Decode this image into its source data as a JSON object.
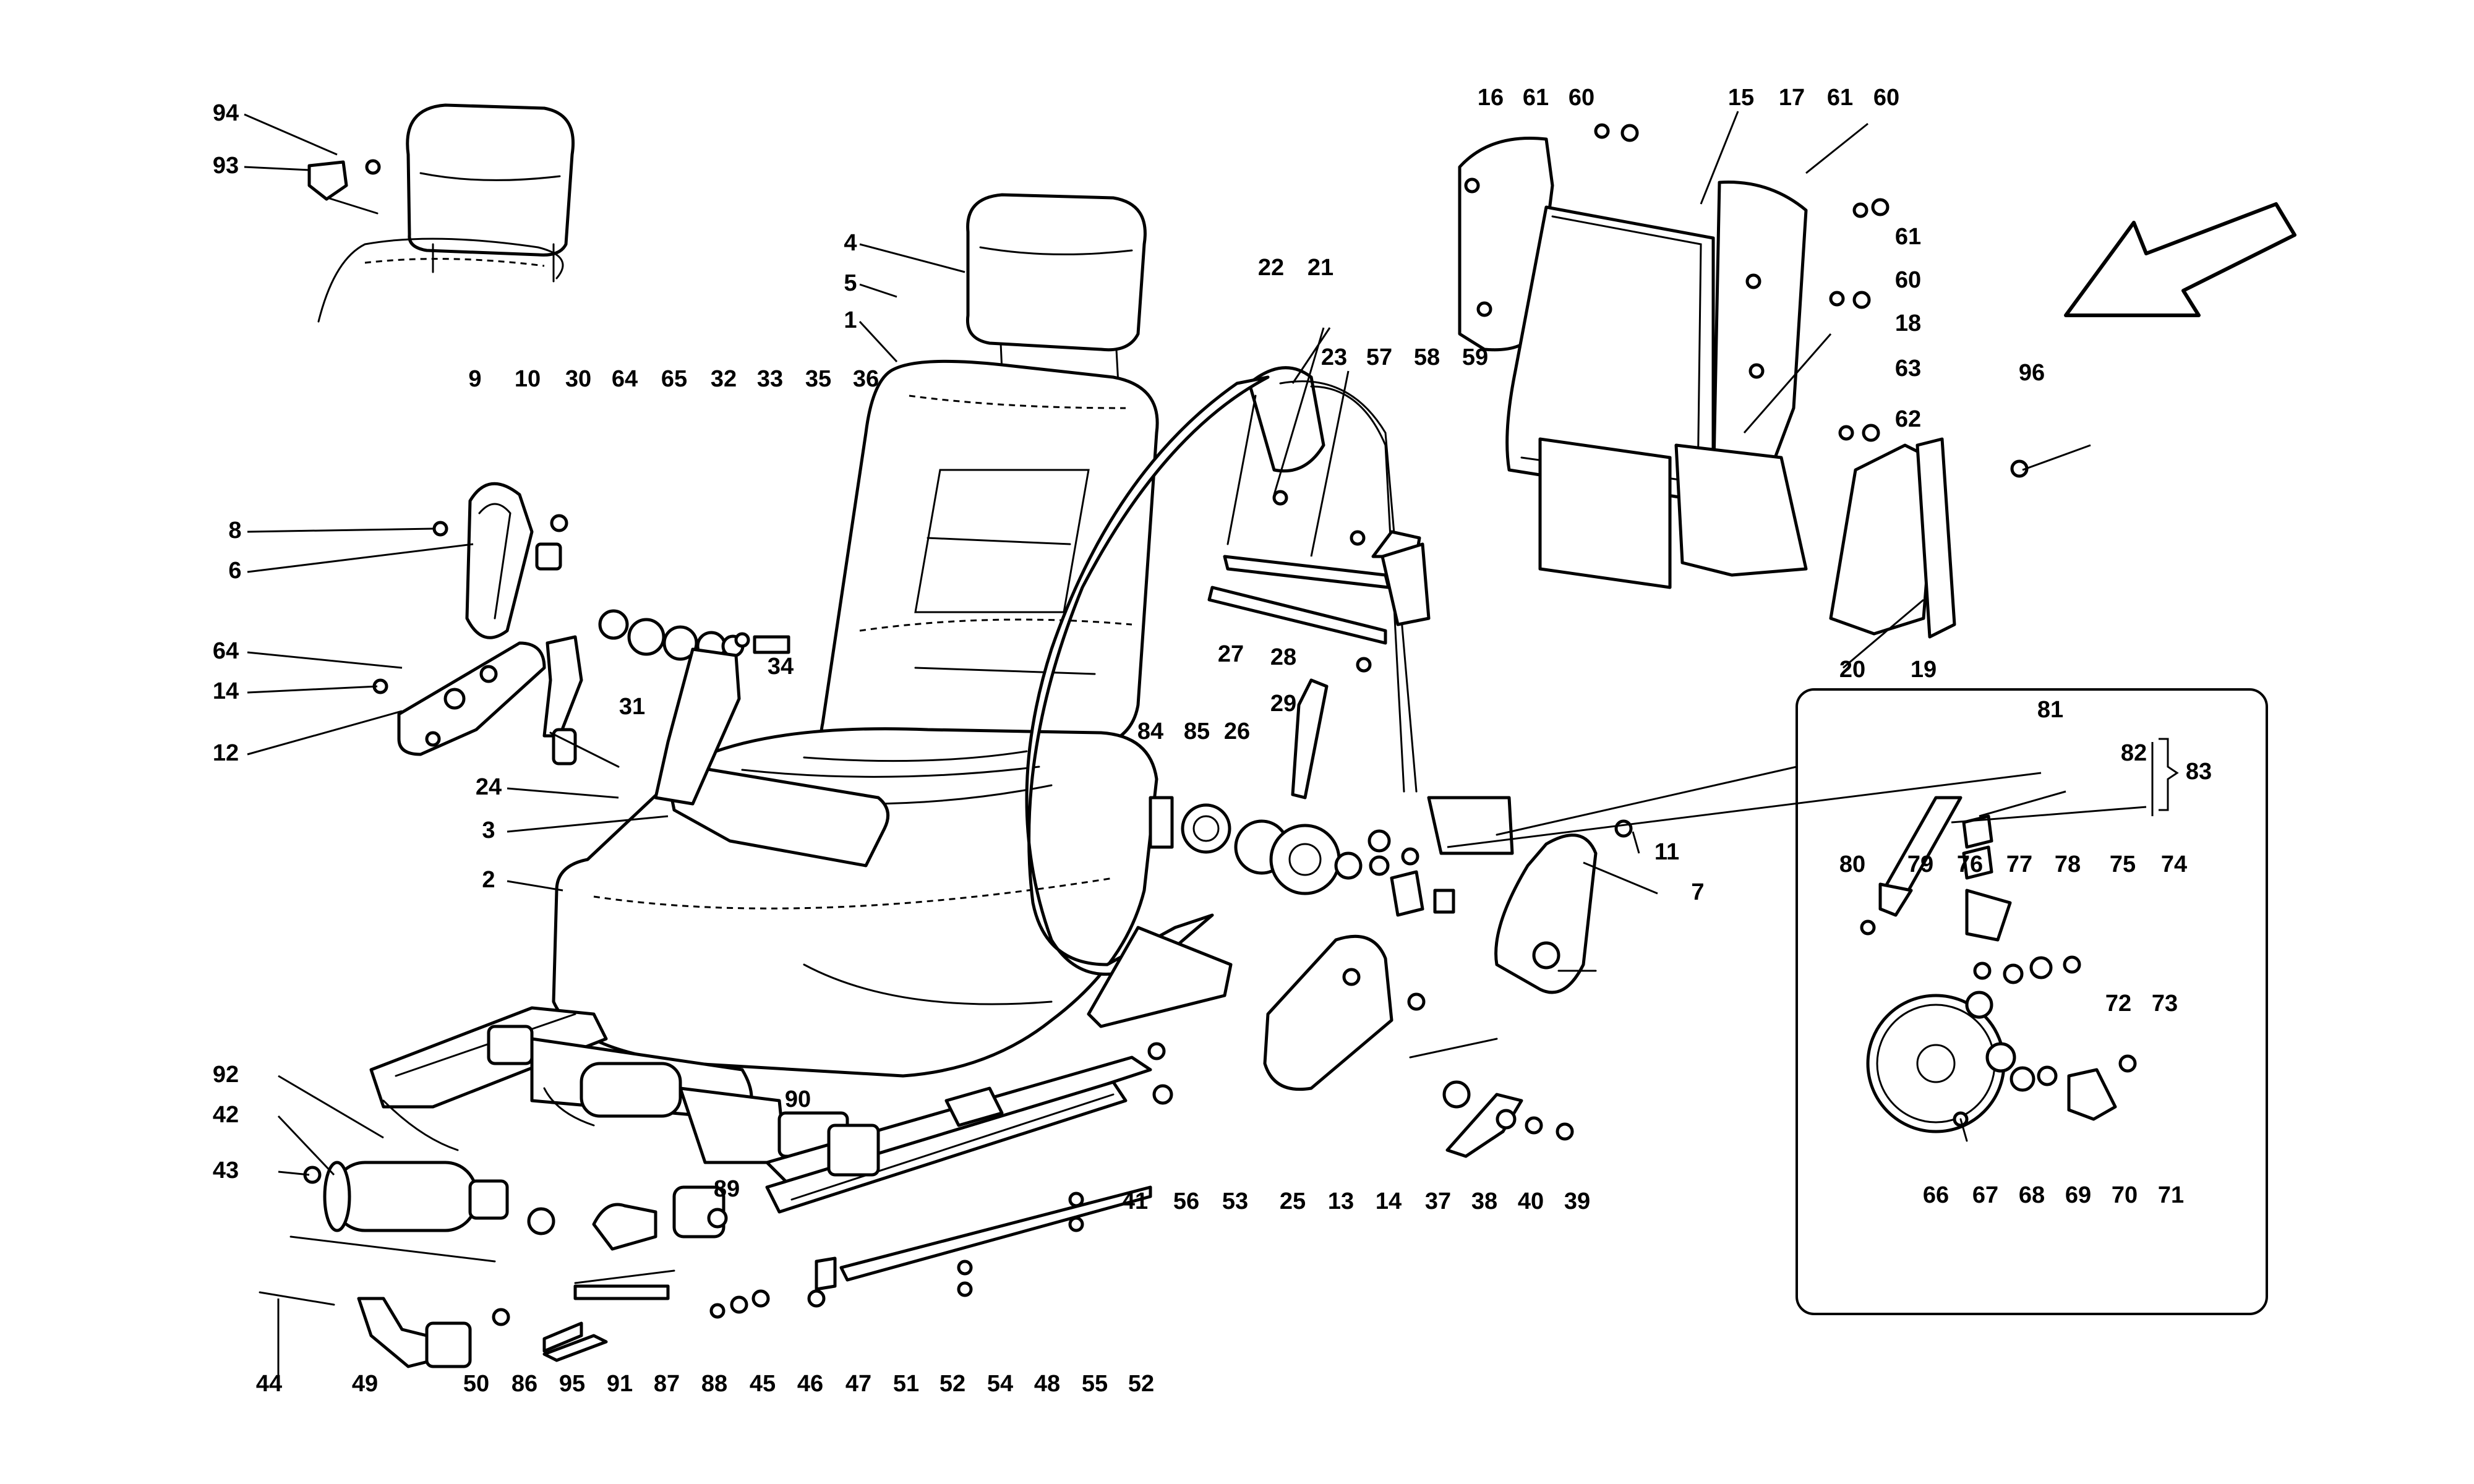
{
  "labels": {
    "1": "1",
    "2": "2",
    "3": "3",
    "4": "4",
    "5": "5",
    "6": "6",
    "7": "7",
    "8": "8",
    "9": "9",
    "10": "10",
    "11": "11",
    "12": "12",
    "13": "13",
    "14": "14",
    "14b": "14",
    "15": "15",
    "16": "16",
    "17": "17",
    "18": "18",
    "19": "19",
    "20": "20",
    "21": "21",
    "22": "22",
    "23": "23",
    "24": "24",
    "25": "25",
    "26": "26",
    "27": "27",
    "28": "28",
    "29": "29",
    "30": "30",
    "31": "31",
    "32": "32",
    "33": "33",
    "34": "34",
    "35": "35",
    "36": "36",
    "37": "37",
    "38": "38",
    "39": "39",
    "40": "40",
    "41": "41",
    "42": "42",
    "43": "43",
    "44": "44",
    "45": "45",
    "46": "46",
    "47": "47",
    "48": "48",
    "49": "49",
    "50": "50",
    "51": "51",
    "52": "52",
    "52b": "52",
    "53": "53",
    "54": "54",
    "55": "55",
    "56": "56",
    "57": "57",
    "58": "58",
    "59": "59",
    "60": "60",
    "60b": "60",
    "60c": "60",
    "61": "61",
    "61b": "61",
    "61c": "61",
    "62": "62",
    "63": "63",
    "64": "64",
    "64b": "64",
    "65": "65",
    "66": "66",
    "67": "67",
    "68": "68",
    "69": "69",
    "70": "70",
    "71": "71",
    "72": "72",
    "73": "73",
    "74": "74",
    "75": "75",
    "76": "76",
    "77": "77",
    "78": "78",
    "79": "79",
    "80": "80",
    "81": "81",
    "82": "82",
    "83": "83",
    "84": "84",
    "85": "85",
    "86": "86",
    "87": "87",
    "88": "88",
    "89": "89",
    "90": "90",
    "91": "91",
    "92": "92",
    "93": "93",
    "94": "94",
    "95": "95",
    "96": "96"
  },
  "icons": {
    "direction_arrow": "arrow-icon",
    "seat": "seat-icon",
    "headrest": "headrest-icon",
    "seat_belt": "seat-belt-icon",
    "gear": "gear-icon"
  },
  "colors": {
    "ink": "#000000",
    "paper": "#ffffff"
  }
}
